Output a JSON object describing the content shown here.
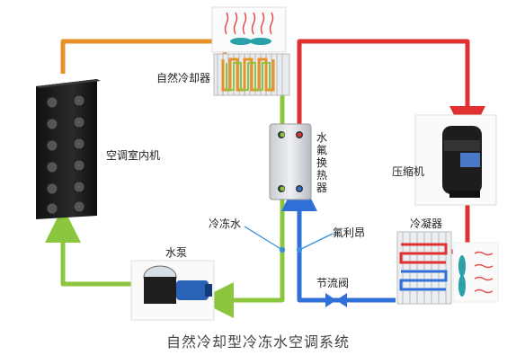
{
  "labels": {
    "natural_cooler": "自然冷却器",
    "indoor_unit": "空调室内机",
    "water_freon_hx": "水氟换热器",
    "compressor": "压缩机",
    "condenser": "冷凝器",
    "chilled_water": "冷冻水",
    "freon": "氟利昂",
    "pump": "水泵",
    "expansion_valve": "节流阀"
  },
  "caption": "自然冷却型冷冻水空调系统",
  "colors": {
    "hot_refrigerant": "#e03030",
    "cold_refrigerant": "#2f6fd8",
    "supply_water": "#e8902a",
    "return_water": "#8cc63f",
    "annotation": "#3a8fd8"
  }
}
